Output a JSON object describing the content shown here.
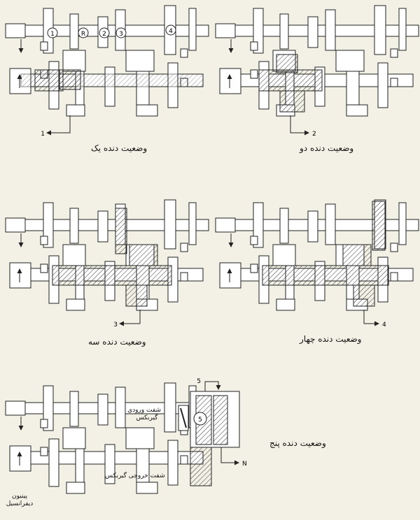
{
  "diagrams": [
    {
      "caption": "وضعیت دنده یک",
      "marker": "1",
      "gear_labels": [
        "1",
        "R",
        "2",
        "3",
        "4"
      ]
    },
    {
      "caption": "وضعیت دنده دو",
      "marker": "2"
    },
    {
      "caption": "وضعیت دنده سه",
      "marker": "3"
    },
    {
      "caption": "وضعیت دنده چهار",
      "marker": "4"
    },
    {
      "caption": "وضعیت دنده پنج",
      "marker": "5",
      "marker_n": "N",
      "gear_label": "5",
      "input_shaft_label": [
        "شفت ورودی",
        "گیربکس"
      ],
      "output_shaft_label": "شفت خروجی گیربکس",
      "pinion_label": [
        "پینیون",
        "دیفرانسیل"
      ]
    }
  ],
  "colors": {
    "line": "#222222",
    "paper": "#f3f1e6",
    "fill": "#ffffff"
  }
}
